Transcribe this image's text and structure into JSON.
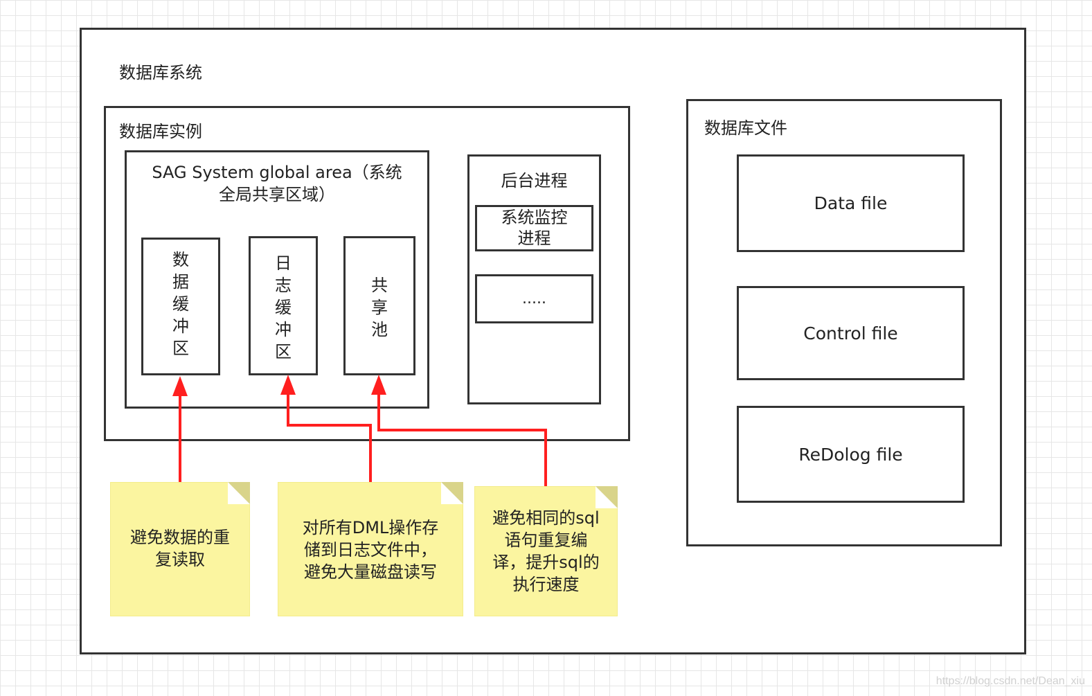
{
  "system": {
    "title": "数据库系统"
  },
  "instance": {
    "title": "数据库实例",
    "sga": {
      "title": "SAG System global area（系统\n全局共享区域）",
      "buffers": [
        {
          "label": "数\n据\n缓\n冲\n区"
        },
        {
          "label": "日\n志\n缓\n冲\n区"
        },
        {
          "label": "共\n享\n池"
        }
      ]
    },
    "background": {
      "title": "后台进程",
      "items": [
        {
          "label": "系统监控\n进程"
        },
        {
          "label": "....."
        }
      ]
    }
  },
  "files": {
    "title": "数据库文件",
    "items": [
      {
        "label": "Data file"
      },
      {
        "label": "Control file"
      },
      {
        "label": "ReDolog file"
      }
    ]
  },
  "notes": [
    {
      "text": "避免数据的重\n复读取"
    },
    {
      "text": "对所有DML操作存\n储到日志文件中，\n避免大量磁盘读写"
    },
    {
      "text": "避免相同的sql\n语句重复编\n译，提升sql的\n执行速度"
    }
  ],
  "colors": {
    "arrow": "#ff1f1f",
    "note": "#fbf5a0",
    "note_fold": "#d9d48a",
    "border": "#333333"
  },
  "watermark": "https://blog.csdn.net/Dean_xiu"
}
